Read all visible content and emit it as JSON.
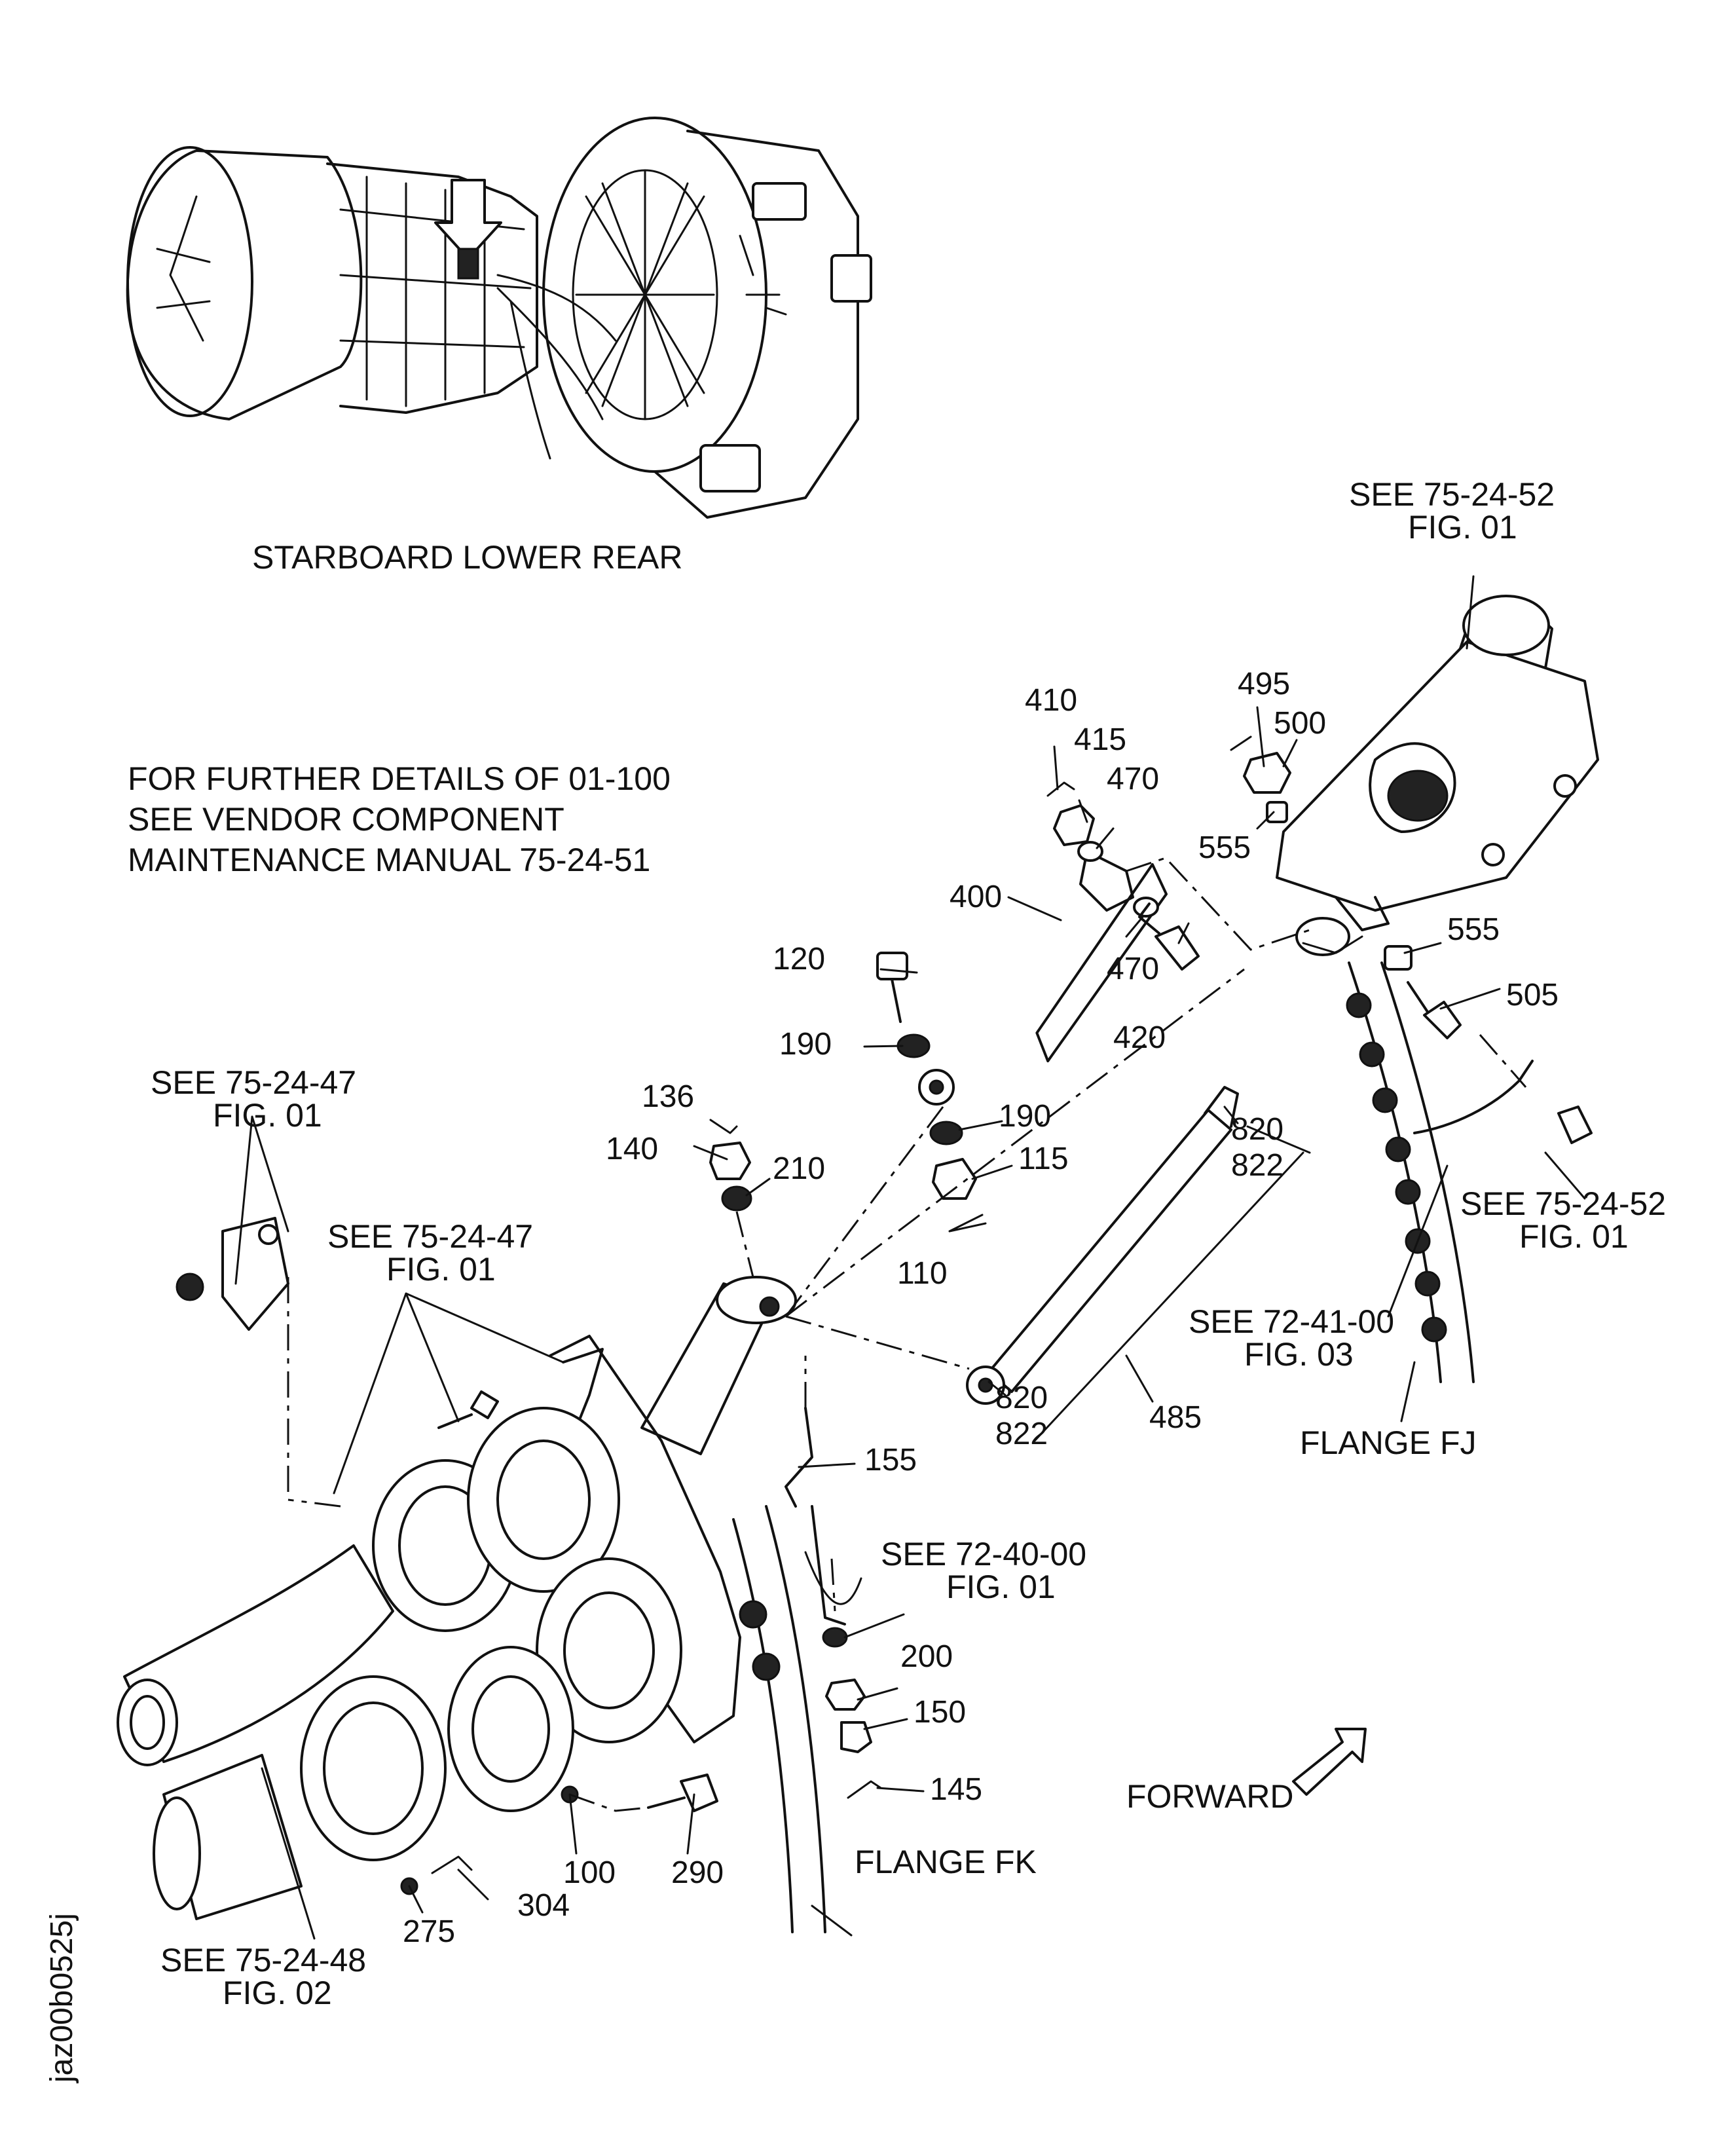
{
  "views": {
    "engine_view_caption": "STARBOARD LOWER REAR",
    "forward_label": "FORWARD",
    "image_id_text": "jaz00b0525j"
  },
  "note": {
    "line1": "FOR FURTHER DETAILS OF 01-100",
    "line2": "SEE VENDOR COMPONENT",
    "line3": "MAINTENANCE MANUAL 75-24-51"
  },
  "references": {
    "r_75_24_52_top": [
      "SEE  75-24-52",
      "FIG. 01"
    ],
    "r_75_24_47_left": [
      "SEE  75-24-47",
      "FIG. 01"
    ],
    "r_75_24_47_mid": [
      "SEE  75-24-47",
      "FIG. 01"
    ],
    "r_75_24_52_right": [
      "SEE  75-24-52",
      "FIG. 01"
    ],
    "r_72_41_00": [
      "SEE  72-41-00",
      "FIG. 03"
    ],
    "r_72_40_00": [
      "SEE  72-40-00",
      "FIG. 01"
    ],
    "r_75_24_48": [
      "SEE  75-24-48",
      "FIG. 02"
    ]
  },
  "flanges": {
    "fj": "FLANGE FJ",
    "fk": "FLANGE FK"
  },
  "callouts": {
    "c410": "410",
    "c415": "415",
    "c470a": "470",
    "c470b": "470",
    "c400": "400",
    "c420": "420",
    "c120": "120",
    "c190a": "190",
    "c190b": "190",
    "c115": "115",
    "c110": "110",
    "c136": "136",
    "c140": "140",
    "c210": "210",
    "c495": "495",
    "c500": "500",
    "c555a": "555",
    "c555b": "555",
    "c505": "505",
    "c820a": "820",
    "c822a": "822",
    "c820b": "820",
    "c822b": "822",
    "c485": "485",
    "c155": "155",
    "c200": "200",
    "c150": "150",
    "c145": "145",
    "c290": "290",
    "c100": "100",
    "c304": "304",
    "c275": "275"
  }
}
